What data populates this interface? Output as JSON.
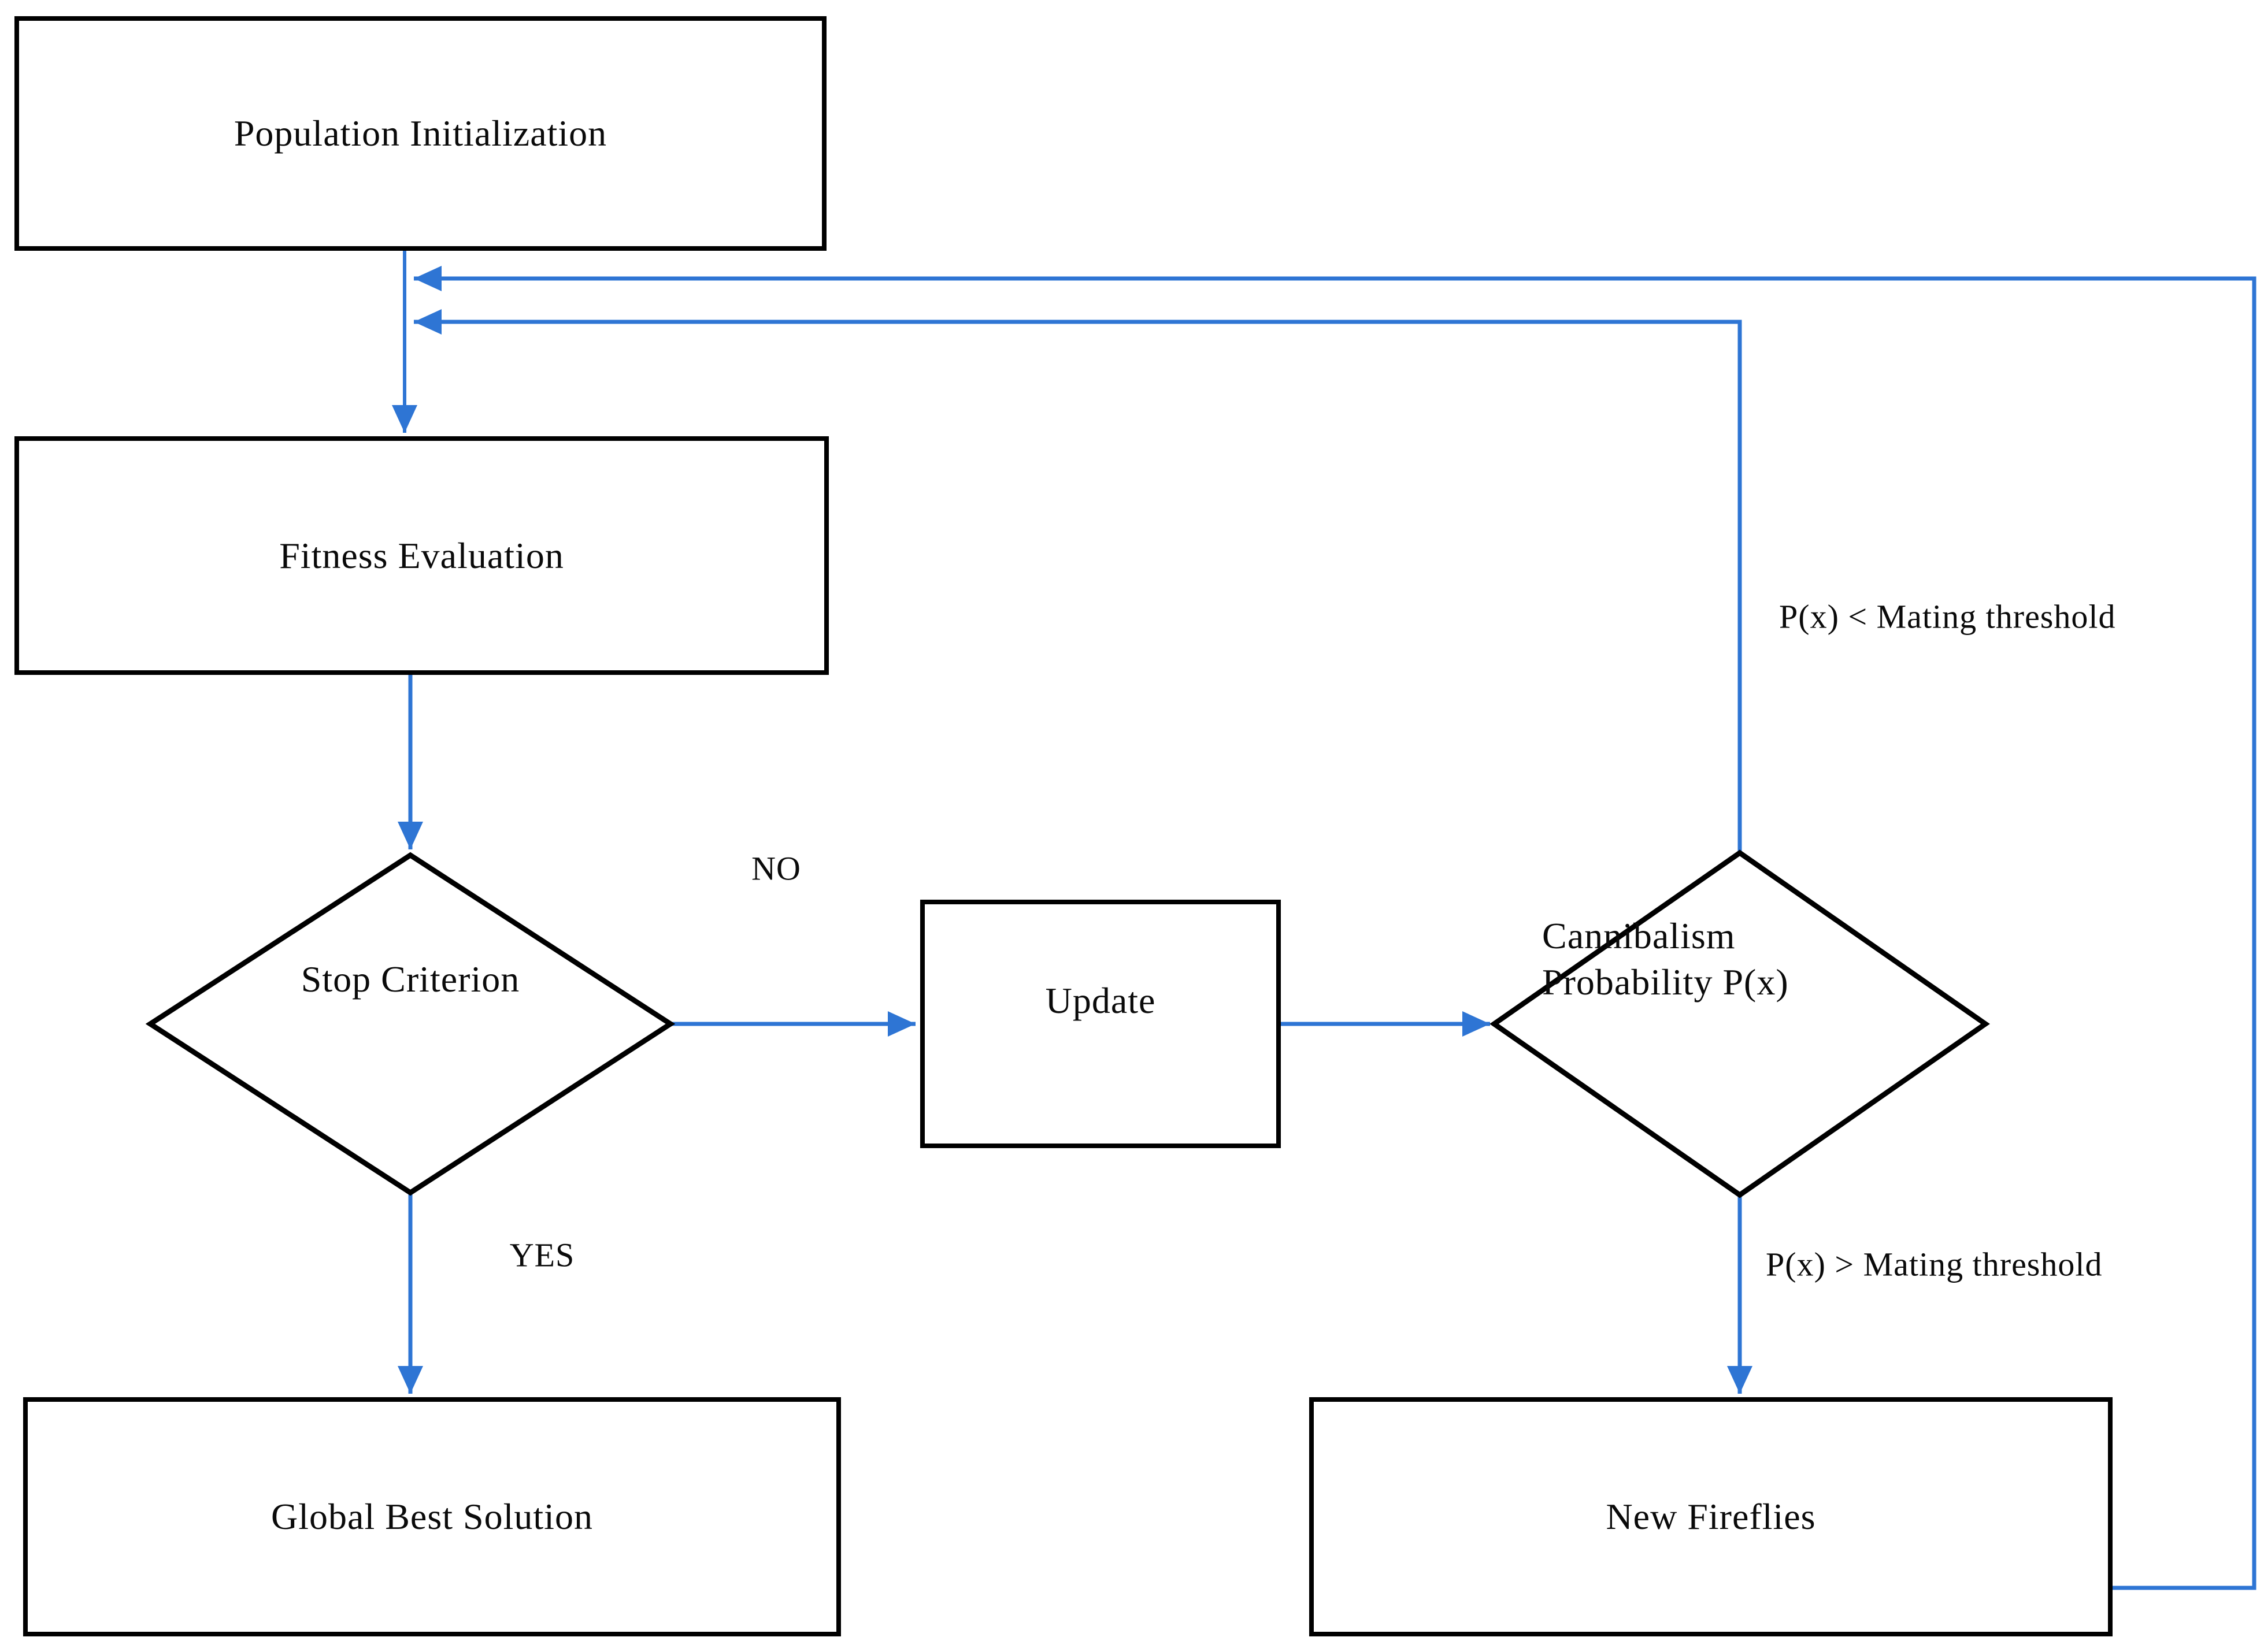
{
  "diagram_type": "flowchart",
  "nodes": {
    "population": {
      "label": "Population Initialization",
      "shape": "rectangle"
    },
    "fitness": {
      "label": "Fitness Evaluation",
      "shape": "rectangle"
    },
    "stop": {
      "label": "Stop Criterion",
      "shape": "diamond"
    },
    "update": {
      "label": "Update",
      "shape": "rectangle"
    },
    "cannibalism": {
      "label_line1": "Cannibalism",
      "label_line2": "Probability P(x)",
      "shape": "diamond"
    },
    "global_best": {
      "label": "Global Best Solution",
      "shape": "rectangle"
    },
    "new_fireflies": {
      "label": "New Fireflies",
      "shape": "rectangle"
    }
  },
  "edge_labels": {
    "no": "NO",
    "yes": "YES",
    "mating_less": "P(x) < Mating threshold",
    "mating_greater": "P(x) > Mating threshold"
  },
  "edges": [
    {
      "from": "Population Initialization",
      "to": "Fitness Evaluation",
      "label": ""
    },
    {
      "from": "Fitness Evaluation",
      "to": "Stop Criterion",
      "label": ""
    },
    {
      "from": "Stop Criterion",
      "to": "Update",
      "label": "NO"
    },
    {
      "from": "Stop Criterion",
      "to": "Global Best Solution",
      "label": "YES"
    },
    {
      "from": "Update",
      "to": "Cannibalism Probability P(x)",
      "label": ""
    },
    {
      "from": "Cannibalism Probability P(x)",
      "to": "Fitness Evaluation",
      "label": "P(x) < Mating threshold"
    },
    {
      "from": "Cannibalism Probability P(x)",
      "to": "New Fireflies",
      "label": "P(x) > Mating threshold"
    },
    {
      "from": "New Fireflies",
      "to": "Fitness Evaluation",
      "label": ""
    }
  ],
  "colors": {
    "arrow": "#2E75D4",
    "node_border": "#000000",
    "background": "#FFFFFF",
    "text": "#0a0a0a"
  }
}
